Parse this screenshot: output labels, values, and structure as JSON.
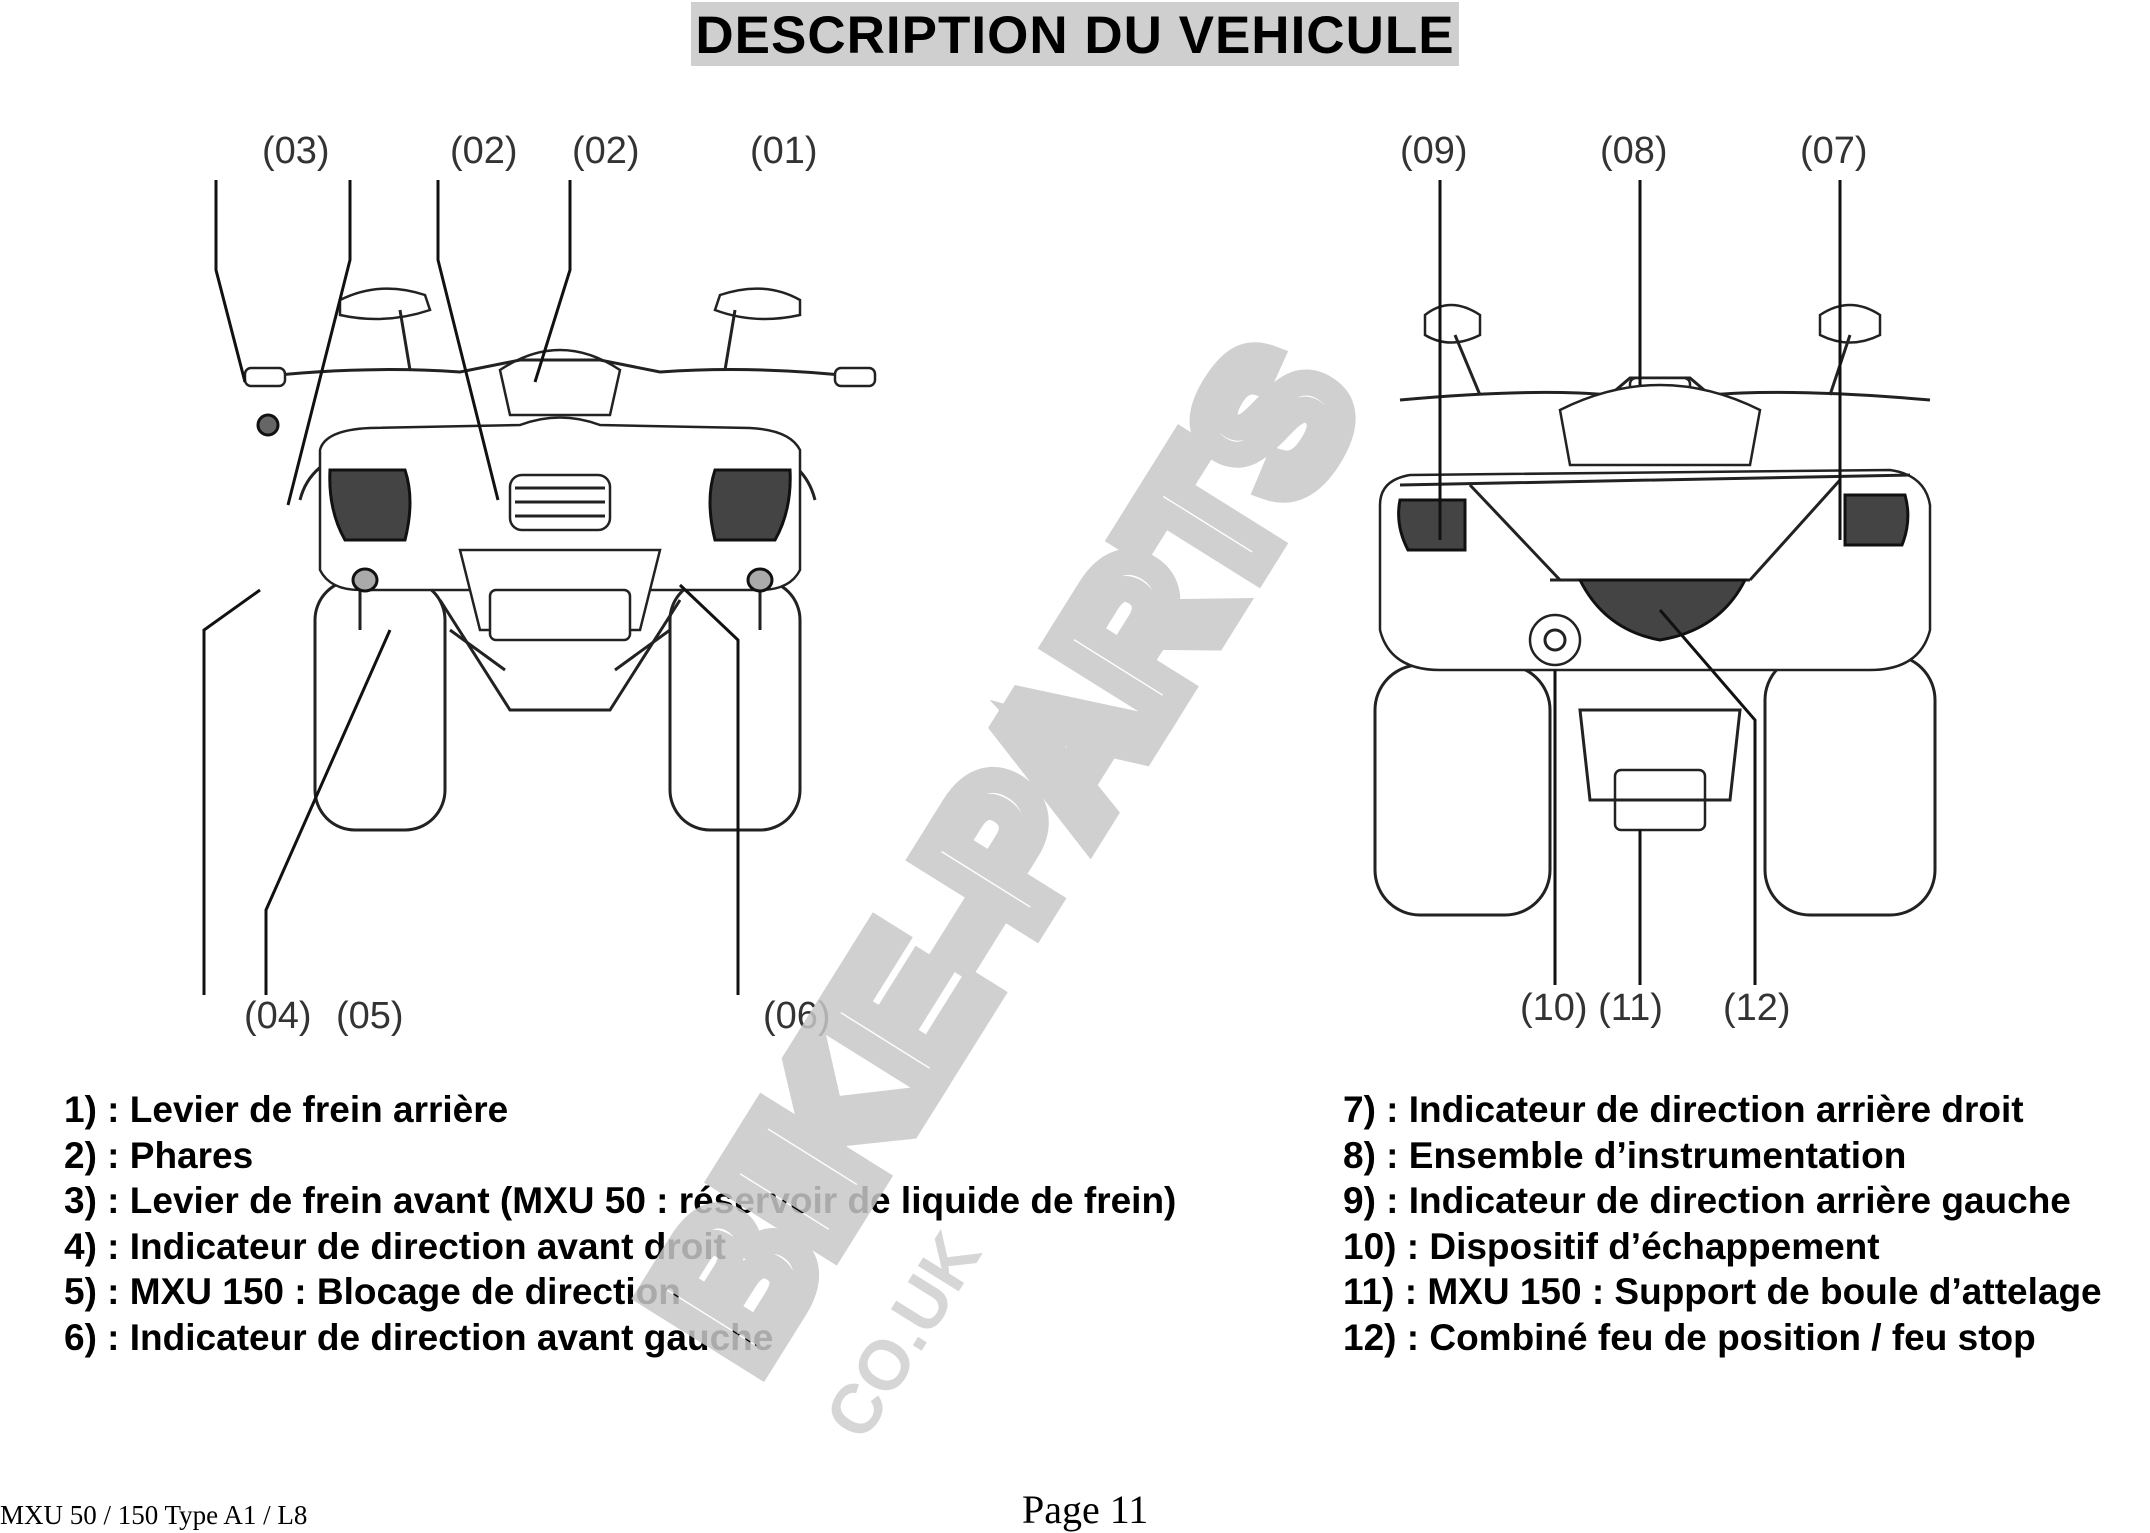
{
  "title": "DESCRIPTION DU VEHICULE",
  "front_figure": {
    "callouts_top": [
      "(03)",
      "(02)",
      "(02)",
      "(01)"
    ],
    "callouts_bottom": [
      "(04)",
      "(05)",
      "(06)"
    ]
  },
  "rear_figure": {
    "callouts_top": [
      "(09)",
      "(08)",
      "(07)"
    ],
    "callouts_bottom": [
      "(10)",
      "(11)",
      "(12)"
    ]
  },
  "legend_left": [
    "1) : Levier de frein arrière",
    "2) : Phares",
    "3) : Levier de frein avant (MXU 50 : réservoir de liquide de frein)",
    "4) : Indicateur de direction avant droit",
    "5) : MXU 150 : Blocage de direction",
    "6) : Indicateur de direction avant gauche"
  ],
  "legend_right": [
    "7) : Indicateur de direction arrière droit",
    "8) : Ensemble d’instrumentation",
    "9) : Indicateur de direction arrière gauche",
    "10) : Dispositif d’échappement",
    "11) : MXU 150 : Support de boule d’attelage",
    "12) : Combiné feu de position / feu stop"
  ],
  "watermark": {
    "text": "BIKE-PARTS",
    "subtext": "CO.UK",
    "color": "#c8c8c8"
  },
  "footer": {
    "model": "MXU 50 / 150  Type A1 / L8",
    "page": "Page 11"
  }
}
